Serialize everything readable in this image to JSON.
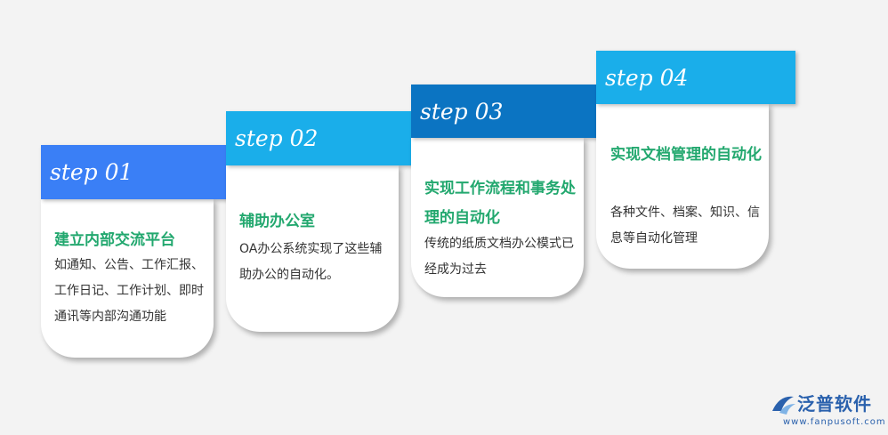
{
  "steps": [
    {
      "label": "step 01",
      "title": "建立内部交流平台",
      "desc": "如通知、公告、工作汇报、工作日记、工作计划、即时通讯等内部沟通功能"
    },
    {
      "label": "step 02",
      "title": "辅助办公室",
      "desc": "OA办公系统实现了这些辅助办公的自动化。"
    },
    {
      "label": "step 03",
      "title": "实现工作流程和事务处理的自动化",
      "desc": "传统的纸质文档办公模式已经成为过去"
    },
    {
      "label": "step 04",
      "title": "实现文档管理的自动化",
      "desc": "各种文件、档案、知识、信息等自动化管理"
    }
  ],
  "logo": {
    "name": "泛普软件",
    "url": "www.fanpusoft.com"
  },
  "colors": {
    "step1": "#3a7ff6",
    "step2": "#1aaeea",
    "step3": "#0b74c2",
    "step4": "#1aaeea",
    "title": "#23a86f",
    "logo": "#2a61ad"
  }
}
